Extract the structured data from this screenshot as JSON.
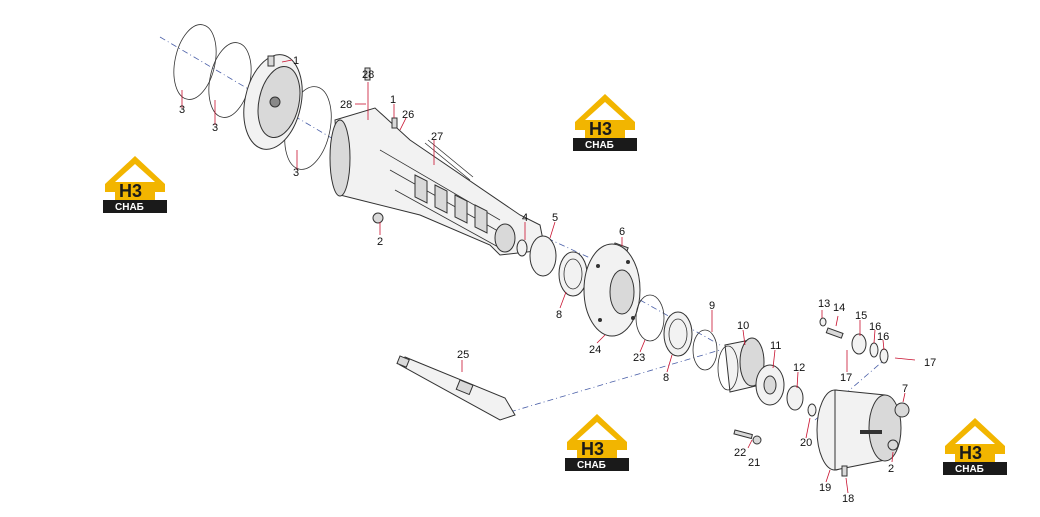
{
  "logo": {
    "letters": "H3",
    "caption": "СНАБ",
    "colors": {
      "roof": "#f2b500",
      "dark": "#1a1a1a"
    }
  },
  "callouts": {
    "c1a": "1",
    "c1b": "1",
    "c2a": "2",
    "c2b": "2",
    "c3a": "3",
    "c3b": "3",
    "c3c": "3",
    "c4": "4",
    "c5": "5",
    "c6": "6",
    "c7": "7",
    "c8a": "8",
    "c8b": "8",
    "c9": "9",
    "c10": "10",
    "c11": "11",
    "c12": "12",
    "c13": "13",
    "c14": "14",
    "c15": "15",
    "c16a": "16",
    "c16b": "16",
    "c17a": "17",
    "c17b": "17",
    "c18": "18",
    "c19": "19",
    "c20": "20",
    "c21": "21",
    "c22": "22",
    "c23": "23",
    "c24": "24",
    "c25": "25",
    "c26": "26",
    "c27": "27",
    "c28a": "28",
    "c28b": "28"
  }
}
